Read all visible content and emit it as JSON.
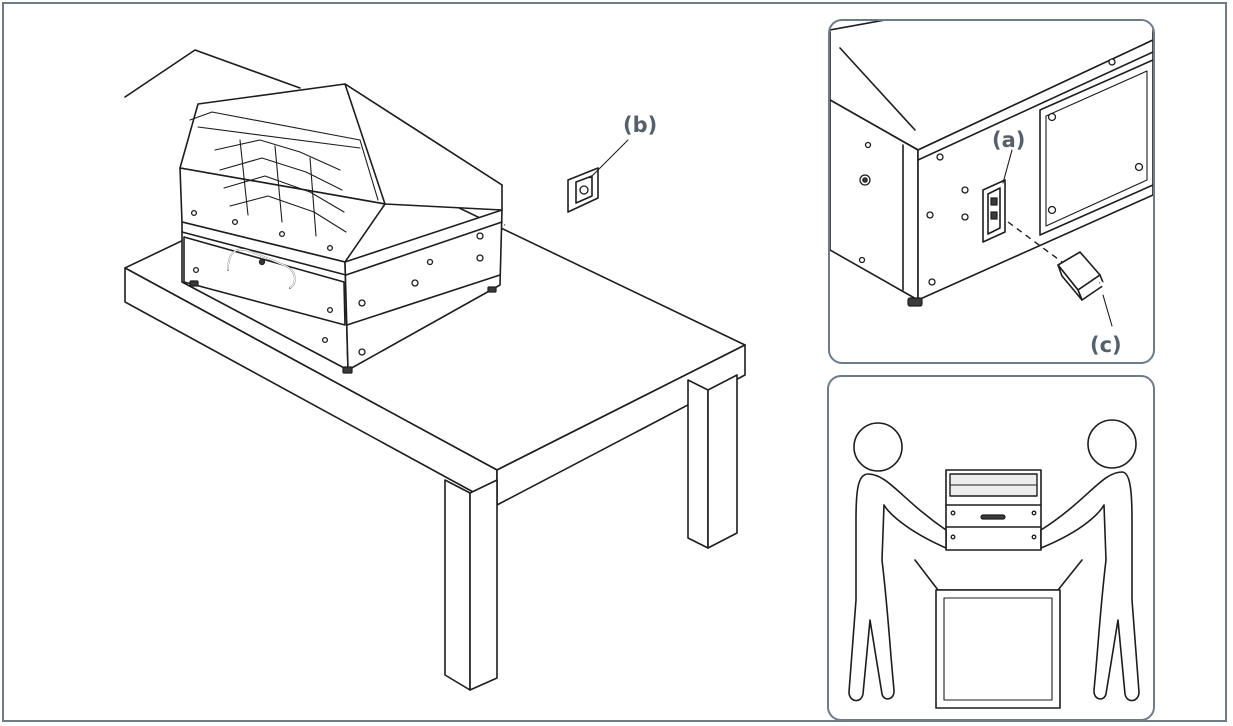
{
  "figure": {
    "callouts": {
      "a": "(a)",
      "b": "(b)",
      "c": "(c)"
    },
    "colors": {
      "border": "#6f7b86",
      "callout_text": "#55606a",
      "line": "#1d1d1d"
    },
    "panels": [
      "main-table-scene",
      "power-inlet-detail",
      "two-person-lift"
    ]
  }
}
